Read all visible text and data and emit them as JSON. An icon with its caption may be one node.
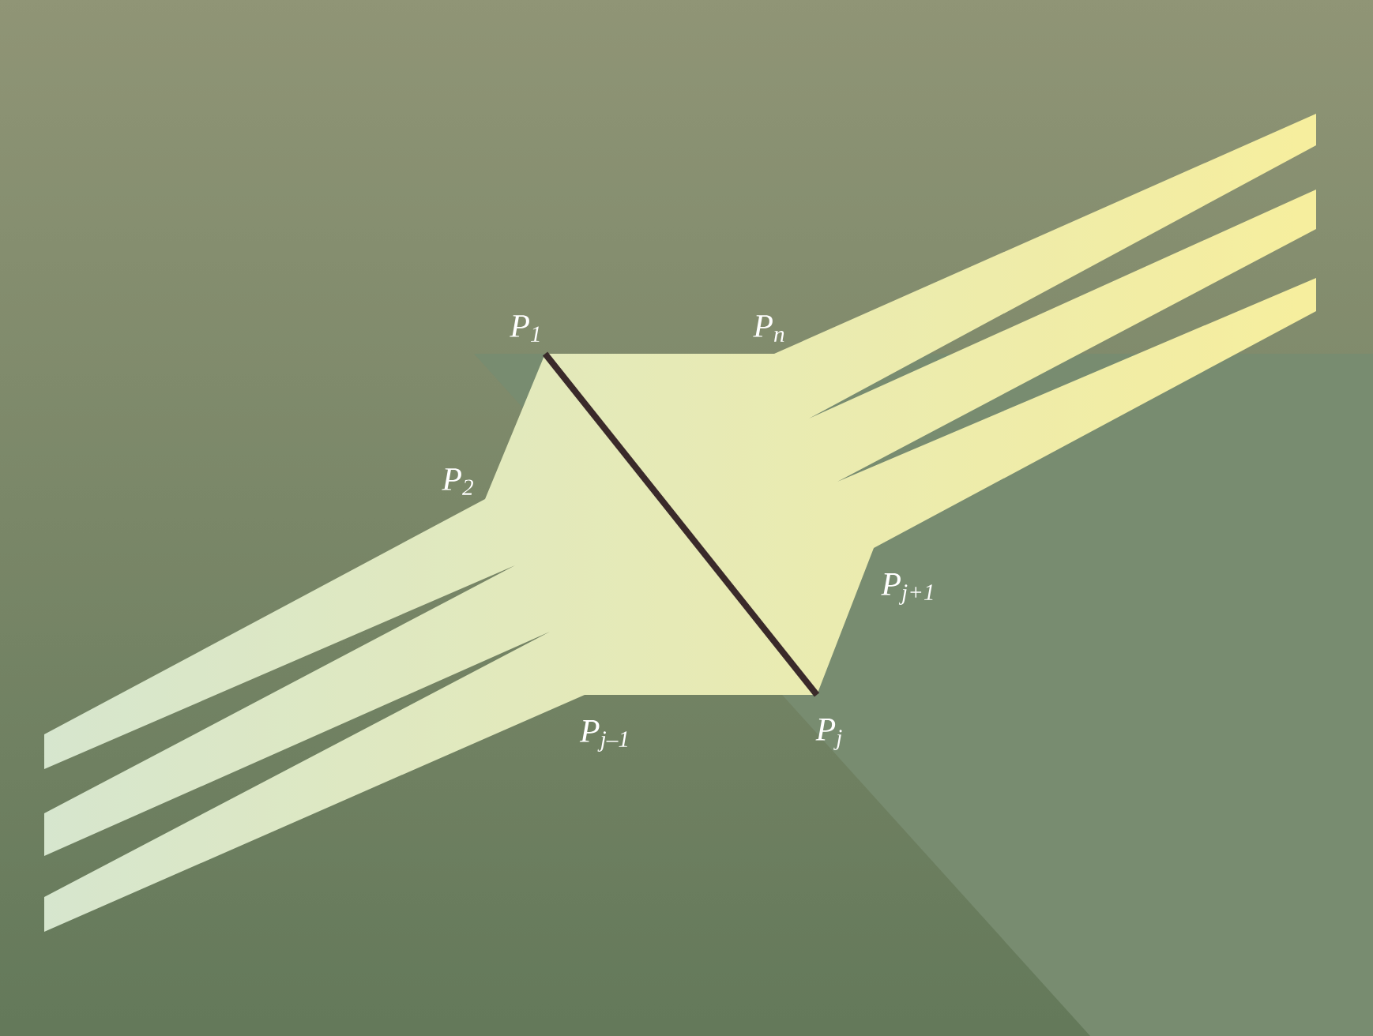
{
  "diagram": {
    "labels": [
      "*P*$_{1}$",
      "*P*$_{n}$",
      "*P*$_{2}$",
      "*P*$_{j+1}$",
      "*P*$_{j–1}$",
      "*P*$_{j}$"
    ]
  }
}
